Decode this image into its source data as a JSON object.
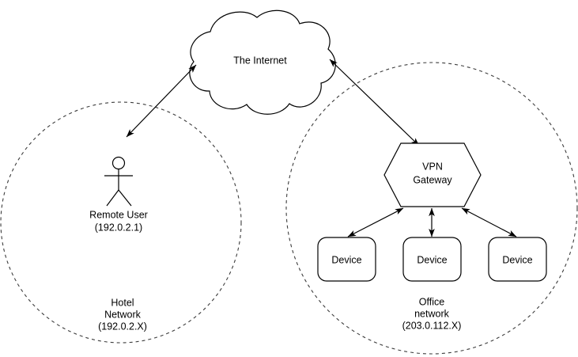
{
  "diagram": {
    "title_text": "The Internet",
    "cloud": {
      "label": "The Internet"
    },
    "left_zone": {
      "name": "hotel-network-zone",
      "label_line1": "Hotel",
      "label_line2": "Network",
      "label_line3": "(192.0.2.X)"
    },
    "right_zone": {
      "name": "office-network-zone",
      "label_line1": "Office",
      "label_line2": "network",
      "label_line3": "(203.0.112.X)"
    },
    "remote_user": {
      "label_line1": "Remote User",
      "label_line2": "(192.0.2.1)"
    },
    "gateway": {
      "label_line1": "VPN",
      "label_line2": "Gateway"
    },
    "devices": [
      {
        "label": "Device"
      },
      {
        "label": "Device"
      },
      {
        "label": "Device"
      }
    ],
    "colors": {
      "stroke": "#000000",
      "dashed": "#3d3d3d",
      "background": "#ffffff"
    }
  }
}
